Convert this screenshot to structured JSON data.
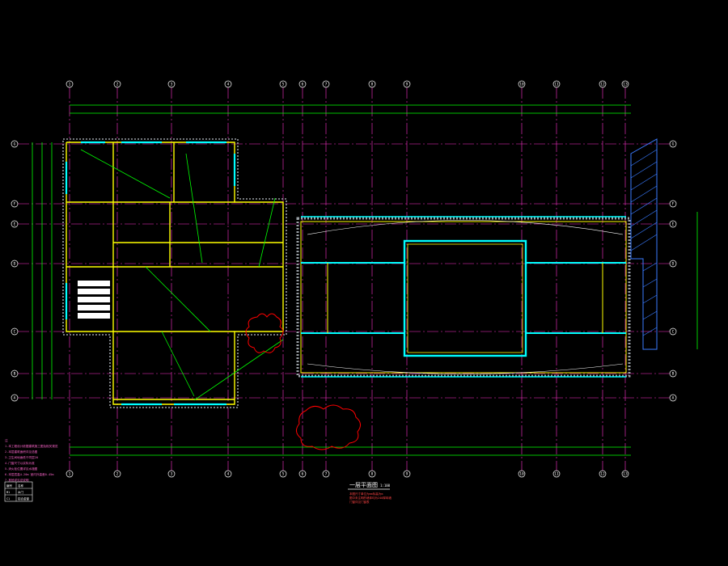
{
  "drawing": {
    "title": "一层平面图",
    "scale": "1:100",
    "notes_right": [
      "本图尺寸单位为mm标高为m",
      "图中未注明的墙体均为240厚砖墙",
      "门窗详见门窗表"
    ],
    "legend_notes": [
      "注",
      "1.本工程设计依据建筑施工图及相关规范",
      "2.本层建筑面积详见总图",
      "3.卫生间地面低于同层20",
      "4.门窗尺寸以实际为准",
      "5.消火栓位置详见水施图",
      "6.本层层高4.20m 室内外高差0.45m",
      "7.其他详见总说明"
    ],
    "legend_table": [
      [
        "编号",
        "名称"
      ],
      [
        "M1",
        "木门"
      ],
      [
        "C1",
        "铝合金窗"
      ]
    ]
  },
  "axes": {
    "top": [
      "1",
      "2",
      "3",
      "4",
      "5",
      "6",
      "7",
      "8",
      "9",
      "10",
      "11",
      "12",
      "13"
    ],
    "bottom": [
      "1",
      "2",
      "3",
      "4",
      "5",
      "6",
      "7",
      "8",
      "9",
      "10",
      "11",
      "12",
      "13"
    ],
    "left": [
      "G",
      "F",
      "E",
      "D",
      "C",
      "B",
      "A"
    ],
    "right": [
      "G",
      "F",
      "E",
      "D",
      "C",
      "B",
      "A"
    ]
  },
  "colors": {
    "background": "#000000",
    "axis": "#ff33cc",
    "dimension": "#00ff00",
    "wall": "#ffff00",
    "window": "#00ffff",
    "annotation": "#ffffff",
    "revision": "#ff0000",
    "stair_hatch": "#3a7bff"
  }
}
